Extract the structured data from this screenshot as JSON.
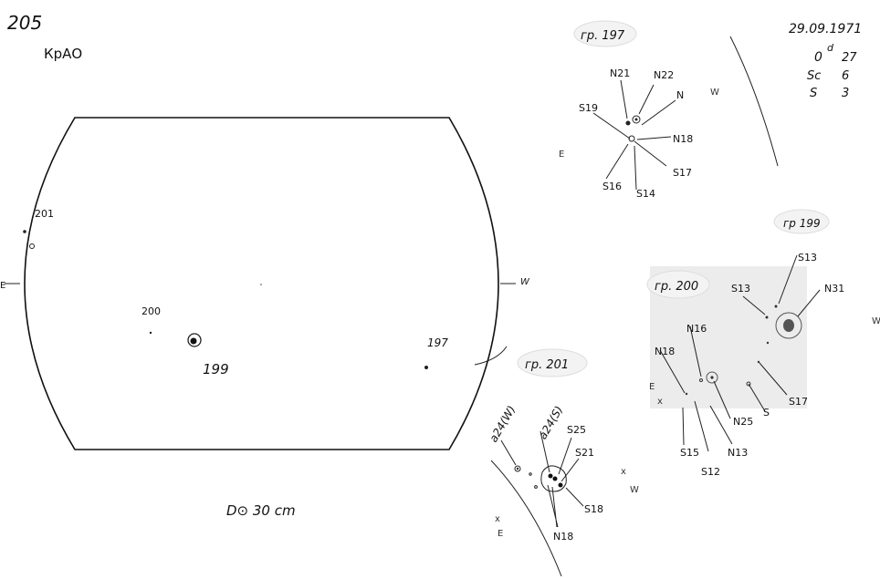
{
  "header": {
    "sheet_number": "205",
    "observatory": "КрАО"
  },
  "observation": {
    "date": "29.09.1971",
    "time_label": "0",
    "time_unit": "d",
    "time_value": "27",
    "sc_label": "Sc",
    "sc_value": "6",
    "s_label": "S",
    "s_value": "3"
  },
  "disk": {
    "east": "E",
    "west": "W",
    "groups": [
      "201",
      "200",
      "199",
      "197"
    ],
    "diameter_label": "D⊙  30 cm"
  },
  "group_197": {
    "title": "гр. 197",
    "east": "E",
    "west": "W",
    "spots": [
      "N21",
      "N22",
      "N",
      "S19",
      "N18",
      "S16",
      "S14",
      "S17"
    ]
  },
  "group_199": {
    "title": "гр 199",
    "west": "W",
    "spots": [
      "S13",
      "S13",
      "N31",
      "S17",
      "S"
    ]
  },
  "group_200": {
    "title": "гр. 200",
    "east": "E",
    "x_mark": "x",
    "spots": [
      "N16",
      "N18",
      "N25",
      "S15",
      "N13",
      "S12"
    ]
  },
  "group_201": {
    "title": "гр. 201",
    "east": "E",
    "west": "W",
    "x_mark": "x",
    "spots": [
      "a24(W)",
      "a24(S)",
      "S25",
      "S21",
      "S18",
      "N18"
    ]
  }
}
